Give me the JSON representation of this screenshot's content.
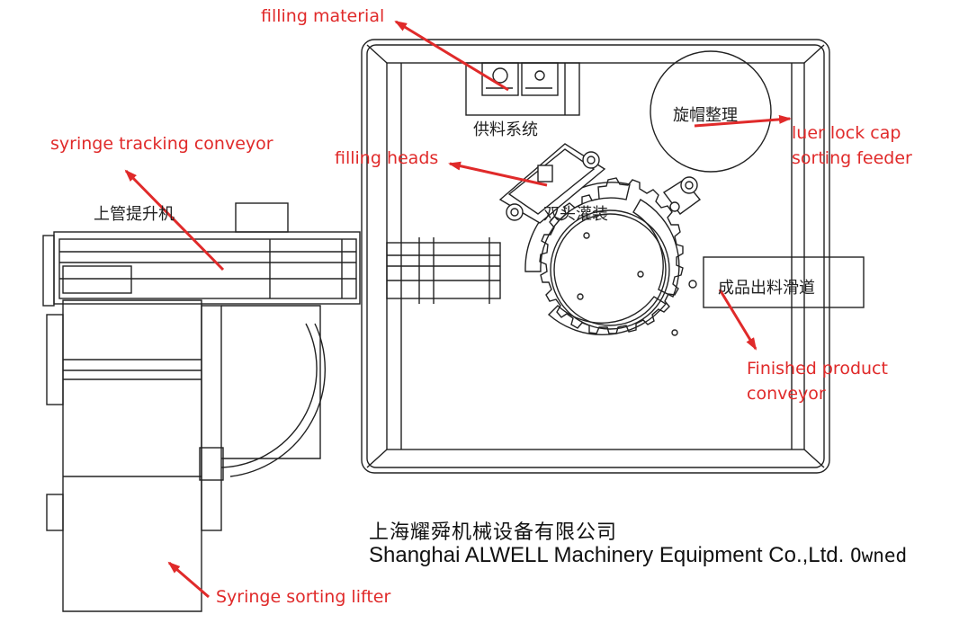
{
  "labels": {
    "filling_material": "filling material",
    "syringe_tracking_conveyor": "syringe tracking conveyor",
    "filling_heads": "filling heads",
    "luer_lock_line1": "luer lock cap",
    "luer_lock_line2": "sorting feeder",
    "finished_line1": "Finished product",
    "finished_line2": "conveyor",
    "syringe_sorting_lifter": "Syringe sorting lifter"
  },
  "chinese_labels": {
    "feeding_system": "供料系统",
    "tube_lifter": "上管提升机",
    "cap_sorting": "旋帽整理",
    "dual_filling": "双头灌装",
    "output_chute": "成品出料滑道"
  },
  "company": {
    "name_cn": "上海耀舜机械设备有限公司",
    "name_en": "Shanghai ALWELL Machinery Equipment Co.,Ltd.",
    "owned": "Owned"
  },
  "colors": {
    "annotation": "#e02a2a",
    "line": "#222222"
  }
}
